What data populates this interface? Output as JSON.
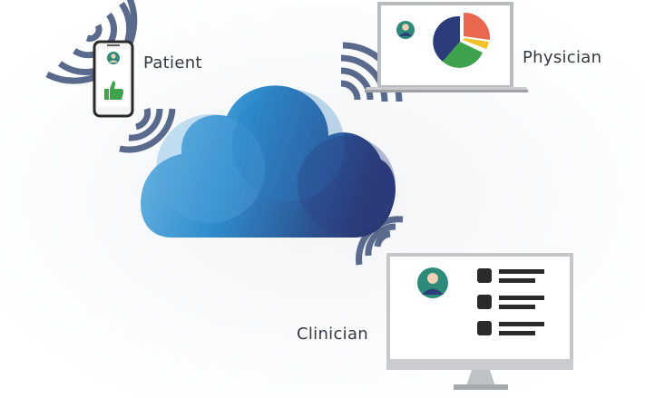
{
  "labels": {
    "patient": "Patient",
    "physician": "Physician",
    "clinician": "Clinician"
  },
  "colors": {
    "wave": "#5a6a8c",
    "cloud_light": "#6fb4e3",
    "cloud_mid": "#2c86c7",
    "cloud_dark": "#2c3c7a",
    "screen_border": "#c4c7ca",
    "device_dark": "#2a2a2a",
    "avatar_bg": "#2e8b7a",
    "thumb_green": "#3fa34d"
  },
  "icons": {
    "wifi": "wifi-waves-icon",
    "cloud": "cloud-icon",
    "phone": "smartphone-icon",
    "laptop": "laptop-icon",
    "monitor": "desktop-monitor-icon",
    "avatar": "user-avatar-icon",
    "pie": "pie-chart-icon",
    "thumbs_up": "thumbs-up-icon"
  }
}
